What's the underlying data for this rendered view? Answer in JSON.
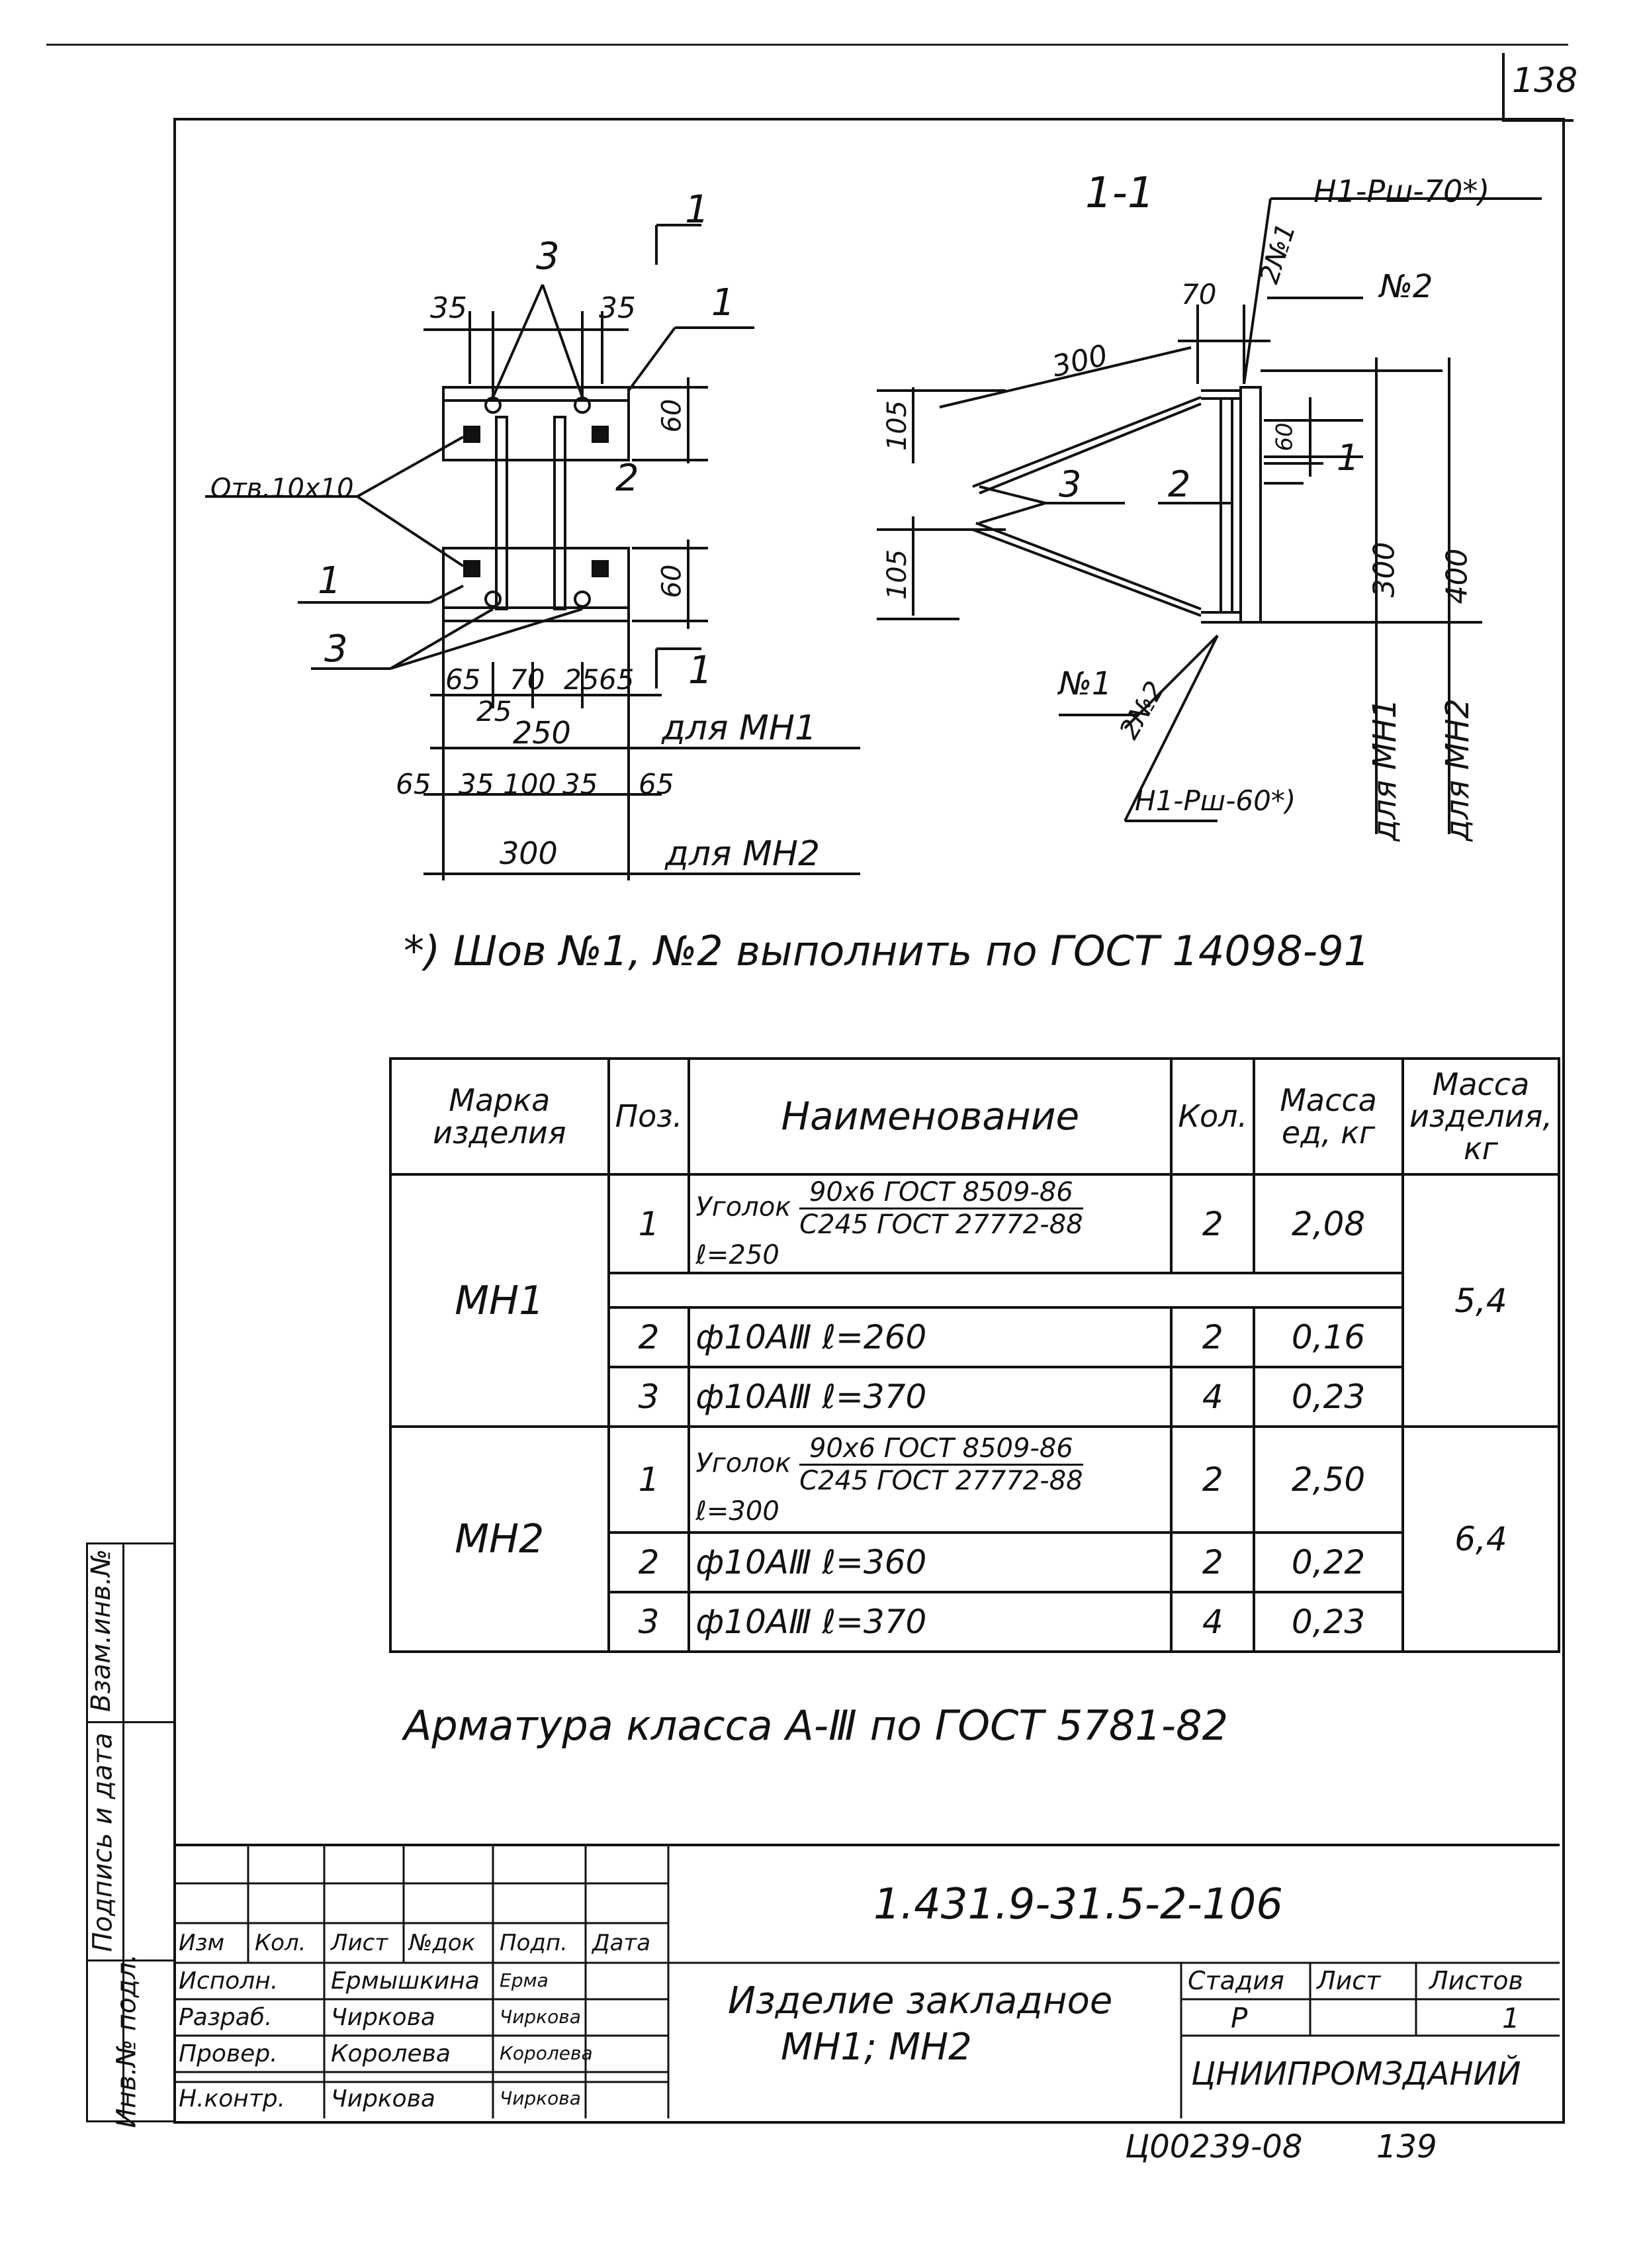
{
  "sheet": {
    "page_number": "138",
    "footer_code": "Ц00239-08",
    "footer_page": "139"
  },
  "drawing": {
    "section_mark": "1",
    "section_title": "1-1",
    "left_view": {
      "pos_labels": [
        "1",
        "2",
        "3"
      ],
      "hole_label": "Отв.10х10",
      "dims_top": [
        "35",
        "35"
      ],
      "dim_60": "60",
      "dims_bottom_mn1": [
        "65",
        "70",
        "25",
        "65"
      ],
      "dim_25": "25",
      "dim_250": "250",
      "for_mn1": "для МН1",
      "dims_bottom_mn2": [
        "65",
        "35",
        "100",
        "35",
        "65"
      ],
      "dim_300": "300",
      "for_mn2": "для МН2"
    },
    "section_view": {
      "weld_top": "Н1-Рш-70*)",
      "weld_top_no": "2№1",
      "weld_bottom": "Н1-Рш-60*)",
      "weld_bottom_no": "2№2",
      "n1": "№1",
      "n2": "№2",
      "dim_300": "300",
      "dim_70": "70",
      "dim_105a": "105",
      "dim_105b": "105",
      "dim_60": "60",
      "dim_300v": "300",
      "dim_400v": "400",
      "for_mn1": "для МН1",
      "for_mn2": "для МН2"
    },
    "weld_note": "*) Шов №1, №2 выполнить по ГОСТ 14098-91"
  },
  "spec_table": {
    "headers": [
      "Марка изделия",
      "Поз.",
      "Наименование",
      "Кол.",
      "Масса ед, кг",
      "Масса изделия, кг"
    ],
    "groups": [
      {
        "mark": "МН1",
        "total": "5,4",
        "rows": [
          {
            "pos": "1",
            "name_a": "Уголок",
            "name_top": "90х6 ГОСТ 8509-86",
            "name_bot": "С245 ГОСТ 27772-88",
            "name_l": "ℓ=250",
            "qty": "2",
            "mass": "2,08"
          },
          {
            "pos": "2",
            "name": "ф10АⅢ  ℓ=260",
            "qty": "2",
            "mass": "0,16"
          },
          {
            "pos": "3",
            "name": "ф10АⅢ  ℓ=370",
            "qty": "4",
            "mass": "0,23"
          }
        ]
      },
      {
        "mark": "МН2",
        "total": "6,4",
        "rows": [
          {
            "pos": "1",
            "name_a": "Уголок",
            "name_top": "90х6 ГОСТ 8509-86",
            "name_bot": "С245 ГОСТ 27772-88",
            "name_l": "ℓ=300",
            "qty": "2",
            "mass": "2,50"
          },
          {
            "pos": "2",
            "name": "ф10АⅢ  ℓ=360",
            "qty": "2",
            "mass": "0,22"
          },
          {
            "pos": "3",
            "name": "ф10АⅢ  ℓ=370",
            "qty": "4",
            "mass": "0,23"
          }
        ]
      }
    ]
  },
  "rebar_note": "Арматура класса А-Ⅲ по ГОСТ 5781-82",
  "side_stamp": [
    "Инв.№ подл.",
    "Подпись и дата",
    "Взам.инв.№"
  ],
  "title_block": {
    "doc_code": "1.431.9-31.5-2-106",
    "col_headers": [
      "Изм",
      "Кол.",
      "Лист",
      "№док",
      "Подп.",
      "Дата"
    ],
    "roles": [
      {
        "role": "Исполн.",
        "name": "Ермышкина",
        "sign": "Ерма"
      },
      {
        "role": "Разраб.",
        "name": "Чиркова",
        "sign": "Чиркова"
      },
      {
        "role": "Провер.",
        "name": "Королева",
        "sign": "Королева"
      },
      {
        "role": "Н.контр.",
        "name": "Чиркова",
        "sign": "Чиркова"
      }
    ],
    "title_line1": "Изделие закладное",
    "title_line2": "МН1; МН2",
    "stage_header": "Стадия",
    "sheet_header": "Лист",
    "sheets_header": "Листов",
    "stage": "Р",
    "sheets": "1",
    "org": "ЦНИИПРОМЗДАНИЙ"
  }
}
